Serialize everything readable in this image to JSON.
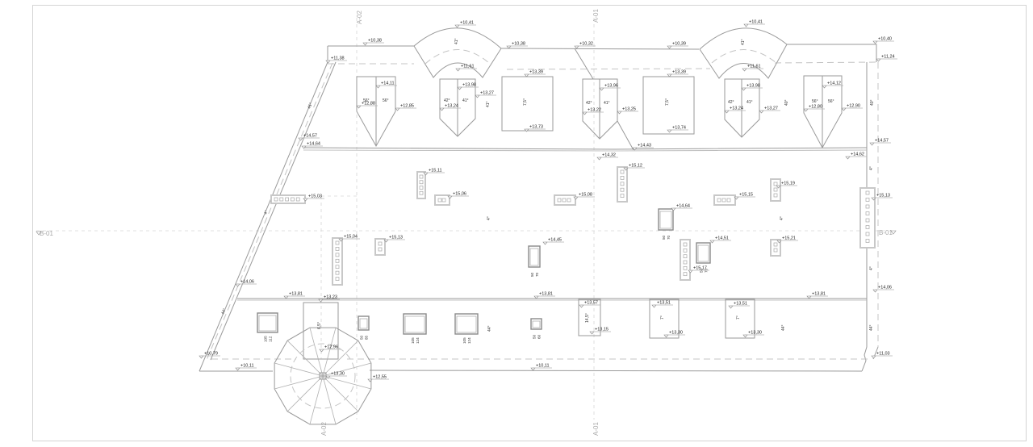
{
  "drawing": {
    "type": "roof plan",
    "axis_labels": {
      "a02_top": "A-02",
      "a01_top": "A-01",
      "a02_bottom": "A-02",
      "a01_bottom": "A-01",
      "b01_left": "B-01",
      "b01_right": "B-01"
    },
    "elevations": [
      {
        "id": "e1",
        "text": "+10,38"
      },
      {
        "id": "e2",
        "text": "+10,41"
      },
      {
        "id": "e3",
        "text": "+10,38"
      },
      {
        "id": "e4",
        "text": "+10,32"
      },
      {
        "id": "e5",
        "text": "+10,39"
      },
      {
        "id": "e6",
        "text": "+10,41"
      },
      {
        "id": "e7",
        "text": "+10,40"
      },
      {
        "id": "e8",
        "text": "+11,38"
      },
      {
        "id": "e9",
        "text": "+11,61"
      },
      {
        "id": "e10",
        "text": "+11,61"
      },
      {
        "id": "e11",
        "text": "+11,24"
      },
      {
        "id": "e12",
        "text": "+14,11"
      },
      {
        "id": "e13",
        "text": "+12,88"
      },
      {
        "id": "e14",
        "text": "+12,85"
      },
      {
        "id": "e15",
        "text": "+13,98"
      },
      {
        "id": "e16",
        "text": "+13,24"
      },
      {
        "id": "e17",
        "text": "+13,27"
      },
      {
        "id": "e18",
        "text": "+13,39"
      },
      {
        "id": "e19",
        "text": "+13,73"
      },
      {
        "id": "e20",
        "text": "+13,96"
      },
      {
        "id": "e21",
        "text": "+13,22"
      },
      {
        "id": "e22",
        "text": "+13,25"
      },
      {
        "id": "e23",
        "text": "+13,39"
      },
      {
        "id": "e24",
        "text": "+13,74"
      },
      {
        "id": "e25",
        "text": "+13,98"
      },
      {
        "id": "e26",
        "text": "+13,24"
      },
      {
        "id": "e27",
        "text": "+13,27"
      },
      {
        "id": "e28",
        "text": "+14,12"
      },
      {
        "id": "e29",
        "text": "+12,80"
      },
      {
        "id": "e30",
        "text": "+12,90"
      },
      {
        "id": "e31",
        "text": "+14,57"
      },
      {
        "id": "e32",
        "text": "+14,64"
      },
      {
        "id": "e33",
        "text": "+14,43"
      },
      {
        "id": "e34",
        "text": "+14,32"
      },
      {
        "id": "e35",
        "text": "+14,57"
      },
      {
        "id": "e36",
        "text": "+14,62"
      },
      {
        "id": "e37",
        "text": "+15,11"
      },
      {
        "id": "e38",
        "text": "+15,06"
      },
      {
        "id": "e39",
        "text": "+15,03"
      },
      {
        "id": "e40",
        "text": "+15,08"
      },
      {
        "id": "e41",
        "text": "+15,12"
      },
      {
        "id": "e42",
        "text": "+14,64"
      },
      {
        "id": "e43",
        "text": "+15,15"
      },
      {
        "id": "e44",
        "text": "+15,19"
      },
      {
        "id": "e45",
        "text": "+15,13"
      },
      {
        "id": "e46",
        "text": "+15,04"
      },
      {
        "id": "e47",
        "text": "+15,13"
      },
      {
        "id": "e48",
        "text": "+14,45"
      },
      {
        "id": "e49",
        "text": "+14,51"
      },
      {
        "id": "e50",
        "text": "+15,17"
      },
      {
        "id": "e51",
        "text": "+15,21"
      },
      {
        "id": "e52",
        "text": "+14,06"
      },
      {
        "id": "e53",
        "text": "+13,81"
      },
      {
        "id": "e54",
        "text": "+13,23"
      },
      {
        "id": "e55",
        "text": "+13,81"
      },
      {
        "id": "e56",
        "text": "+13,57"
      },
      {
        "id": "e57",
        "text": "+13,15"
      },
      {
        "id": "e58",
        "text": "+13,51"
      },
      {
        "id": "e59",
        "text": "+13,30"
      },
      {
        "id": "e60",
        "text": "+13,51"
      },
      {
        "id": "e61",
        "text": "+13,30"
      },
      {
        "id": "e62",
        "text": "+13,81"
      },
      {
        "id": "e63",
        "text": "+14,06"
      },
      {
        "id": "e64",
        "text": "+10,79"
      },
      {
        "id": "e65",
        "text": "+12,96"
      },
      {
        "id": "e66",
        "text": "+10,11"
      },
      {
        "id": "e67",
        "text": "+13,30"
      },
      {
        "id": "e68",
        "text": "+12,55"
      },
      {
        "id": "e69",
        "text": "+10,11"
      },
      {
        "id": "e70",
        "text": "+11,03"
      }
    ],
    "slopes": [
      {
        "id": "s1",
        "text": "41°"
      },
      {
        "id": "s2",
        "text": "56°"
      },
      {
        "id": "s3",
        "text": "56°"
      },
      {
        "id": "s4",
        "text": "41°"
      },
      {
        "id": "s5",
        "text": "42°"
      },
      {
        "id": "s6",
        "text": "41°"
      },
      {
        "id": "s7",
        "text": "41°"
      },
      {
        "id": "s8",
        "text": "7,5°"
      },
      {
        "id": "s9",
        "text": "42°"
      },
      {
        "id": "s10",
        "text": "41°"
      },
      {
        "id": "s11",
        "text": "7,5°"
      },
      {
        "id": "s12",
        "text": "41°"
      },
      {
        "id": "s13",
        "text": "42°"
      },
      {
        "id": "s14",
        "text": "41°"
      },
      {
        "id": "s15",
        "text": "40°"
      },
      {
        "id": "s16",
        "text": "56°"
      },
      {
        "id": "s17",
        "text": "56°"
      },
      {
        "id": "s18",
        "text": "40°"
      },
      {
        "id": "s19",
        "text": "4°"
      },
      {
        "id": "s20",
        "text": "4°"
      },
      {
        "id": "s21",
        "text": "4°"
      },
      {
        "id": "s22",
        "text": "4°"
      },
      {
        "id": "s23",
        "text": "4°"
      },
      {
        "id": "s24",
        "text": "44°"
      },
      {
        "id": "s25",
        "text": "6,5°"
      },
      {
        "id": "s26",
        "text": "44°"
      },
      {
        "id": "s27",
        "text": "14,5°"
      },
      {
        "id": "s28",
        "text": "7°"
      },
      {
        "id": "s29",
        "text": "7°"
      },
      {
        "id": "s30",
        "text": "44°"
      },
      {
        "id": "s31",
        "text": "44°"
      },
      {
        "id": "s32",
        "text": "41°"
      }
    ],
    "windows": [
      {
        "id": "w1",
        "w": "105",
        "h": "112"
      },
      {
        "id": "w2",
        "w": "50",
        "h": "85"
      },
      {
        "id": "w3",
        "w": "105",
        "h": "124"
      },
      {
        "id": "w4",
        "w": "105",
        "h": "124"
      },
      {
        "id": "w5",
        "w": "50",
        "h": "60"
      },
      {
        "id": "w6",
        "w": "50",
        "h": "70"
      },
      {
        "id": "w7",
        "w": "50",
        "h": "70"
      },
      {
        "id": "w8",
        "w": "50",
        "h": "70"
      }
    ]
  }
}
